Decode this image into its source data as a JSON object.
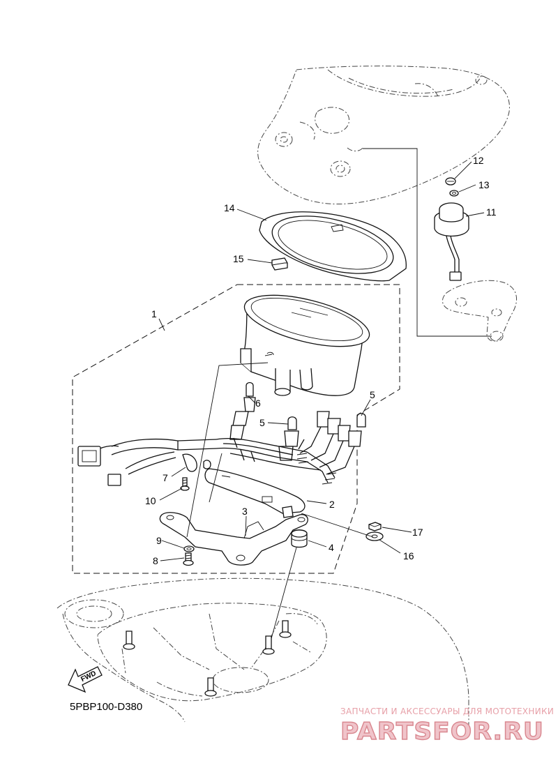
{
  "callouts": {
    "p1": "1",
    "p2": "2",
    "p3": "3",
    "p4": "4",
    "p5a": "5",
    "p5b": "5",
    "p6": "6",
    "p7": "7",
    "p8": "8",
    "p9": "9",
    "p10": "10",
    "p11": "11",
    "p12": "12",
    "p13": "13",
    "p14": "14",
    "p15": "15",
    "p16": "16",
    "p17": "17"
  },
  "diagram_code": "5PBP100-D380",
  "fwd_label": "FWD",
  "watermark": {
    "tagline": "ЗАПЧАСТИ И АКСЕССУАРЫ ДЛЯ МОТОТЕХНИКИ",
    "brand": "PARTSFOR.RU"
  }
}
